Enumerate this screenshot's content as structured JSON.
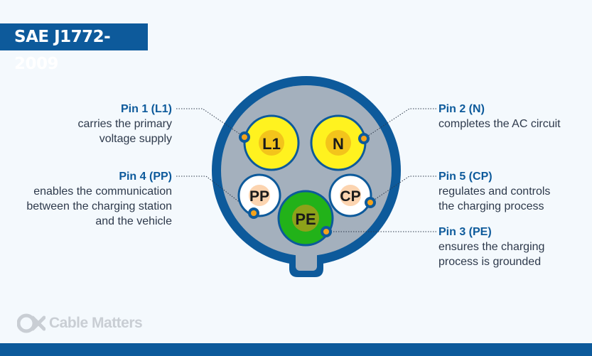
{
  "title": "SAE J1772-2009",
  "brand": "Cable Matters",
  "pins": {
    "l1": {
      "heading": "Pin 1 (L1)",
      "description": "carries the primary\nvoltage supply",
      "label": "L1"
    },
    "n": {
      "heading": "Pin 2 (N)",
      "description": "completes the AC circuit",
      "label": "N"
    },
    "pp": {
      "heading": "Pin 4 (PP)",
      "description": "enables the communication\nbetween the charging station\nand the vehicle",
      "label": "PP"
    },
    "cp": {
      "heading": "Pin 5 (CP)",
      "description": "regulates and controls\nthe charging process",
      "label": "CP"
    },
    "pe": {
      "heading": "Pin 3 (PE)",
      "description": "ensures the charging\nprocess is grounded",
      "label": "PE"
    }
  },
  "colors": {
    "brand_blue": "#0d5a9b",
    "plug_body": "#a4b0bd",
    "power_pin": "#fff21f",
    "ground_pin": "#22b219",
    "signal_pin": "#ffffff",
    "pin_core_yellow": "#f3c41b",
    "pin_core_ground": "#8da21a",
    "pin_core_signal": "#fcd4b0",
    "marker_dot": "#f5a31a"
  }
}
